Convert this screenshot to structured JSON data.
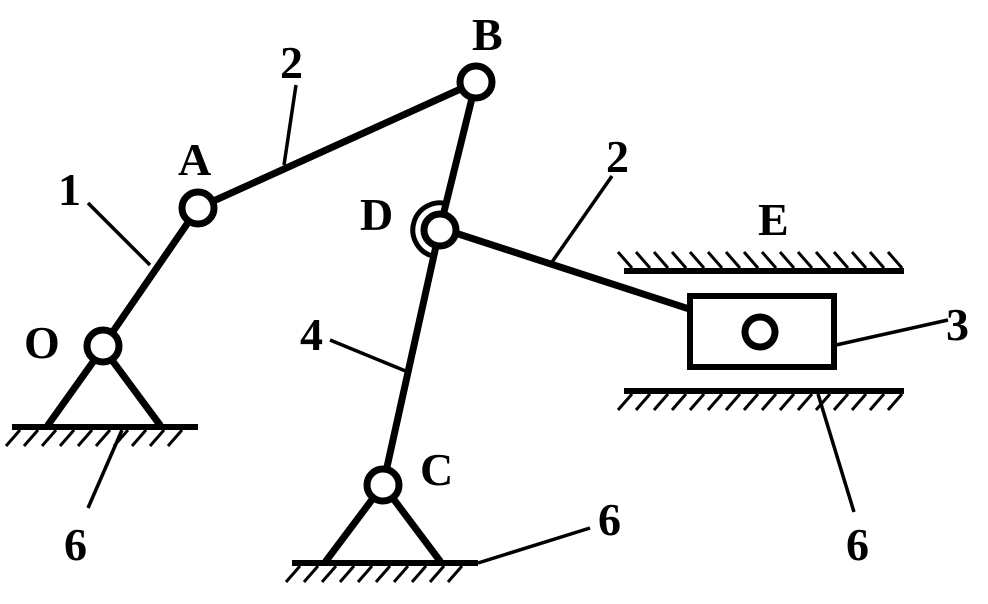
{
  "colors": {
    "ink": "#000000",
    "paper": "#ffffff"
  },
  "labels": {
    "O": "O",
    "A": "A",
    "B": "B",
    "C": "C",
    "D": "D",
    "E": "E",
    "link1": "1",
    "link2_top": "2",
    "link2_right": "2",
    "link3": "3",
    "link4": "4",
    "ground_left": "6",
    "ground_mid": "6",
    "ground_right": "6"
  }
}
